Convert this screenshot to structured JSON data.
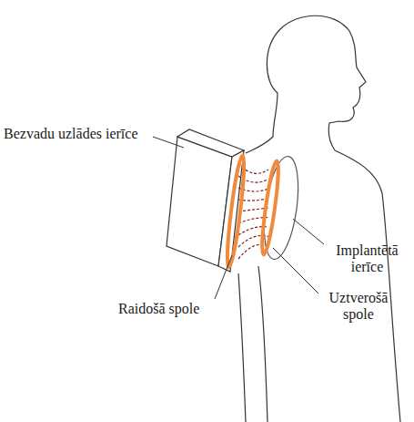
{
  "diagram": {
    "labels": [
      "Bezvadu uzlādes ierīce",
      "Raidošā spole",
      "Implantētā ierīce",
      "Uztverošā spole"
    ]
  }
}
